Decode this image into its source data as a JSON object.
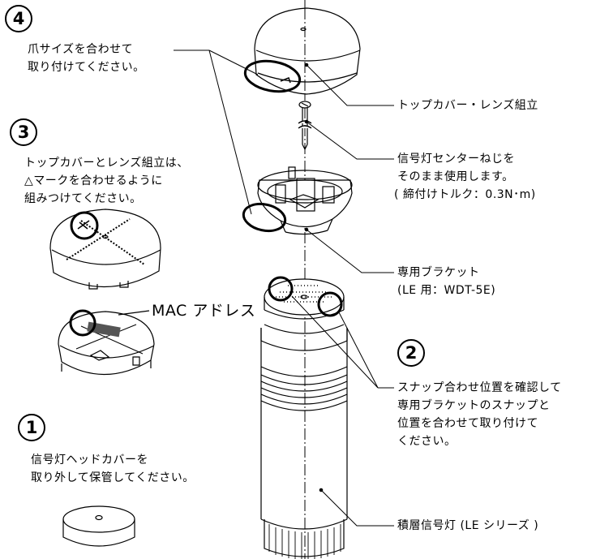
{
  "step4": {
    "number": "4",
    "line1": "爪サイズを合わせて",
    "line2": "取り付けてください。"
  },
  "step3": {
    "number": "3",
    "line1": "トップカバーとレンズ組立は、",
    "line2": "△マークを合わせるように",
    "line3": "組みつけてください。"
  },
  "step2": {
    "number": "2",
    "line1": "スナップ合わせ位置を確認して",
    "line2": "専用ブラケットのスナップと",
    "line3": "位置を合わせて取り付けて",
    "line4": "ください。"
  },
  "step1": {
    "number": "1",
    "line1": "信号灯ヘッドカバーを",
    "line2": "取り外して保管してください。"
  },
  "labels": {
    "mac_address": "MAC アドレス",
    "top_cover": "トップカバー・レンズ組立",
    "screw_line1": "信号灯センターねじを",
    "screw_line2": "そのまま使用します。",
    "screw_line3": "( 締付けトルク：0.3N･m)",
    "bracket_line1": "専用ブラケット",
    "bracket_line2": "(LE 用：WDT-5E)",
    "signal_tower": "積層信号灯 (LE シリーズ )"
  }
}
